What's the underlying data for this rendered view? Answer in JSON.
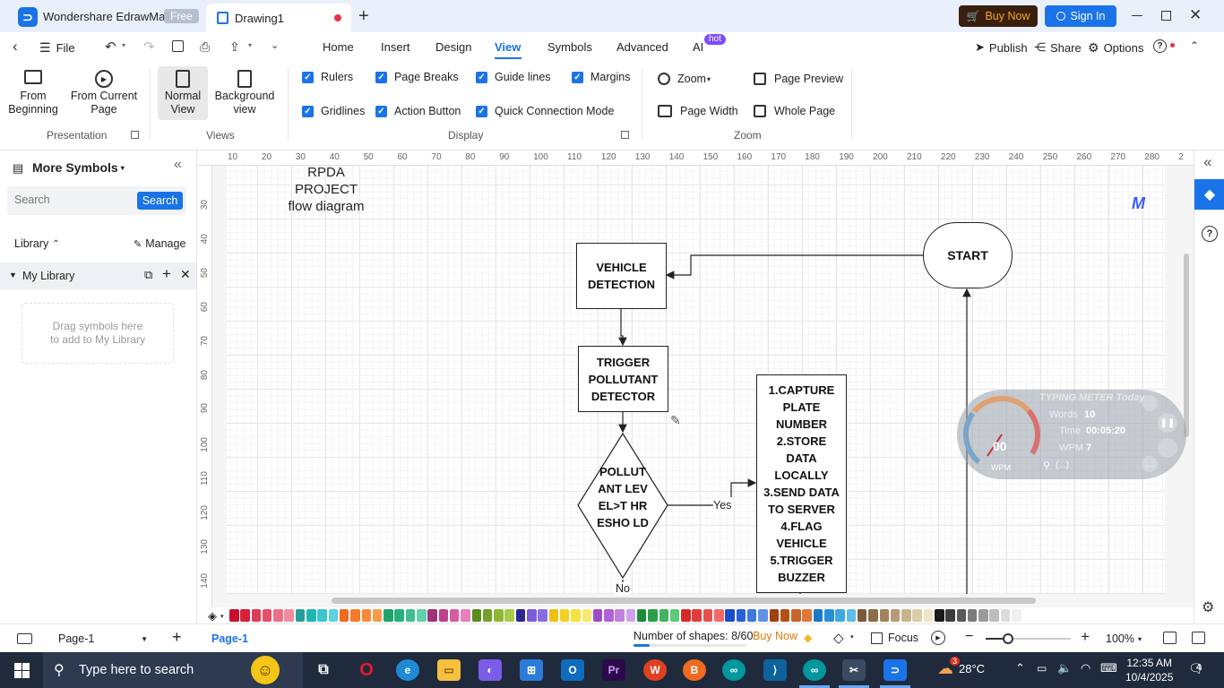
{
  "titlebar": {
    "app_name": "Wondershare EdrawMax",
    "plan_badge": "Free",
    "doc_tab": "Drawing1",
    "buy_now": "Buy Now",
    "sign_in": "Sign In"
  },
  "menubar": {
    "file": "File",
    "tabs": [
      "Home",
      "Insert",
      "Design",
      "View",
      "Symbols",
      "Advanced",
      "AI"
    ],
    "active_tab": "View",
    "ai_badge": "hot",
    "publish": "Publish",
    "share": "Share",
    "options": "Options"
  },
  "ribbon": {
    "presentation": {
      "from_beginning": "From Beginning",
      "from_current_page": "From Current Page",
      "label": "Presentation"
    },
    "views": {
      "normal_view": "Normal View",
      "background_view": "Background view",
      "label": "Views"
    },
    "display": {
      "checkboxes": [
        "Rulers",
        "Page Breaks",
        "Guide lines",
        "Margins",
        "Gridlines",
        "Action Button",
        "Quick Connection Mode"
      ],
      "label": "Display"
    },
    "zoom": {
      "zoom": "Zoom",
      "page_preview": "Page Preview",
      "page_width": "Page Width",
      "whole_page": "Whole Page",
      "label": "Zoom"
    }
  },
  "sidebar": {
    "title": "More Symbols",
    "search_placeholder": "Search",
    "search_button": "Search",
    "library": "Library",
    "manage": "Manage",
    "my_library": "My Library",
    "drop_hint": "Drag symbols here to add to My Library"
  },
  "ruler": {
    "top": [
      "10",
      "20",
      "30",
      "40",
      "50",
      "60",
      "70",
      "80",
      "90",
      "100",
      "110",
      "120",
      "130",
      "140",
      "150",
      "160",
      "170",
      "180",
      "190",
      "200",
      "210",
      "220",
      "230",
      "240",
      "250",
      "260",
      "270",
      "280",
      "2"
    ],
    "left": [
      "30",
      "40",
      "50",
      "60",
      "70",
      "80",
      "90",
      "100",
      "110",
      "120",
      "130",
      "140"
    ]
  },
  "diagram": {
    "title": "RPDA PROJECT flow diagram",
    "start": "START",
    "vehicle_detection": "VEHICLE DETECTION",
    "trigger": "TRIGGER POLLUTANT DETECTOR",
    "decision": "POLLUT ANT LEVEL>T HRESHO LD",
    "yes": "Yes",
    "no": "No",
    "actions": "1.CAPTURE PLATE NUMBER 2.STORE DATA LOCALLY 3.SEND DATA TO SERVER 4.FLAG VEHICLE 5.TRIGGER BUZZER"
  },
  "typing_meter": {
    "title": "TYPING METER Today",
    "gauge_value": "00",
    "gauge_unit": "WPM",
    "words_label": "Words",
    "words": "10",
    "time_label": "Time",
    "time": "00:05:20",
    "wpm_label": "WPM",
    "wpm": "7",
    "search_hint": "(...)"
  },
  "statusbar": {
    "page_selector": "Page-1",
    "page_tab": "Page-1",
    "shape_count": "Number of shapes: 8/60",
    "buy_now": "Buy Now",
    "focus": "Focus",
    "zoom": "100%"
  },
  "taskbar": {
    "search_placeholder": "Type here to search",
    "weather": "28°C",
    "weather_badge": "3",
    "time": "12:35 AM",
    "date": "10/4/2025",
    "notification_count": "4"
  },
  "colors": {
    "accent": "#1a73e8",
    "buy_now_bg": "#3a1f0f",
    "buy_now_text": "#f5a623",
    "taskbar": "#1f2a3c",
    "palette": [
      "#c8102e",
      "#d6203a",
      "#e03a5a",
      "#e8506a",
      "#ee7088",
      "#f08ca0",
      "#2a9d9a",
      "#1fb5b0",
      "#3cc6d0",
      "#5ad2e0",
      "#f06a1e",
      "#f47a2a",
      "#f68a3a",
      "#f89a4c",
      "#20a36a",
      "#26b07a",
      "#40c090",
      "#60d0a8",
      "#a0327a",
      "#c0408e",
      "#d85aa0",
      "#e880b8",
      "#5a8c1e",
      "#72a028",
      "#8cb834",
      "#a8cc48",
      "#2a2a8c",
      "#7a5cdc",
      "#8c6ce4",
      "#f0c010",
      "#f4d020",
      "#f8e040",
      "#fae870",
      "#9c4cc8",
      "#b060d8",
      "#c080e0",
      "#d0a0e8",
      "#1e8c3a",
      "#28a048",
      "#40b460",
      "#60c878",
      "#d82828",
      "#e03c3c",
      "#e85050",
      "#f06a6a",
      "#1a4ec8",
      "#2860d8",
      "#4078e0",
      "#6090e8",
      "#a04010",
      "#b45018",
      "#c86428",
      "#dc7a3c",
      "#1a78c8",
      "#2890d8",
      "#40a8e0",
      "#60bce8",
      "#7a5a3a",
      "#8c6c4a",
      "#a0825e",
      "#b89a78",
      "#c8b48c",
      "#dccca8",
      "#eee4c8",
      "#1a1a1a",
      "#3c3c3c",
      "#5a5a5a",
      "#7a7a7a",
      "#9a9a9a",
      "#bcbcbc",
      "#dcdcdc",
      "#f0f0f0"
    ]
  }
}
